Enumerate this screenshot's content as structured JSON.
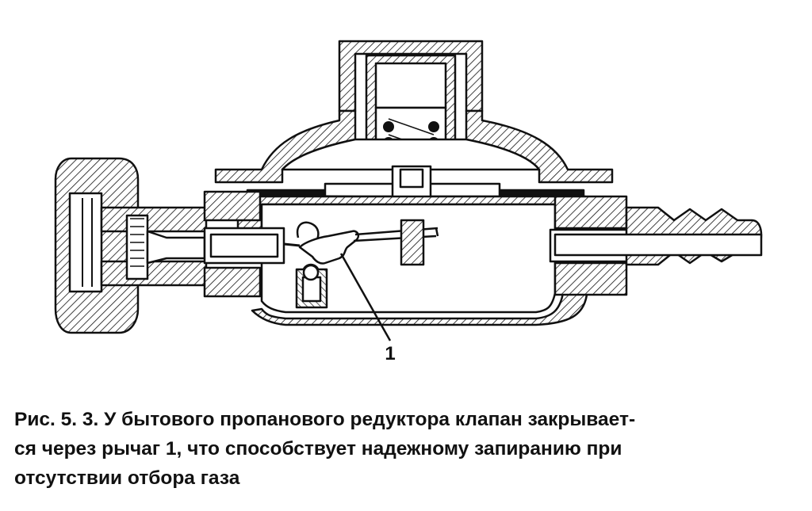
{
  "figure": {
    "callout_label": "1"
  },
  "caption": {
    "lines": [
      "Рис. 5. 3. У бытового пропанового редуктора клапан закрывает-",
      "ся через рычаг 1, что способствует надежному запиранию при",
      "отсутствии отбора газа"
    ]
  },
  "colors": {
    "ink": "#111111",
    "background": "#ffffff"
  }
}
